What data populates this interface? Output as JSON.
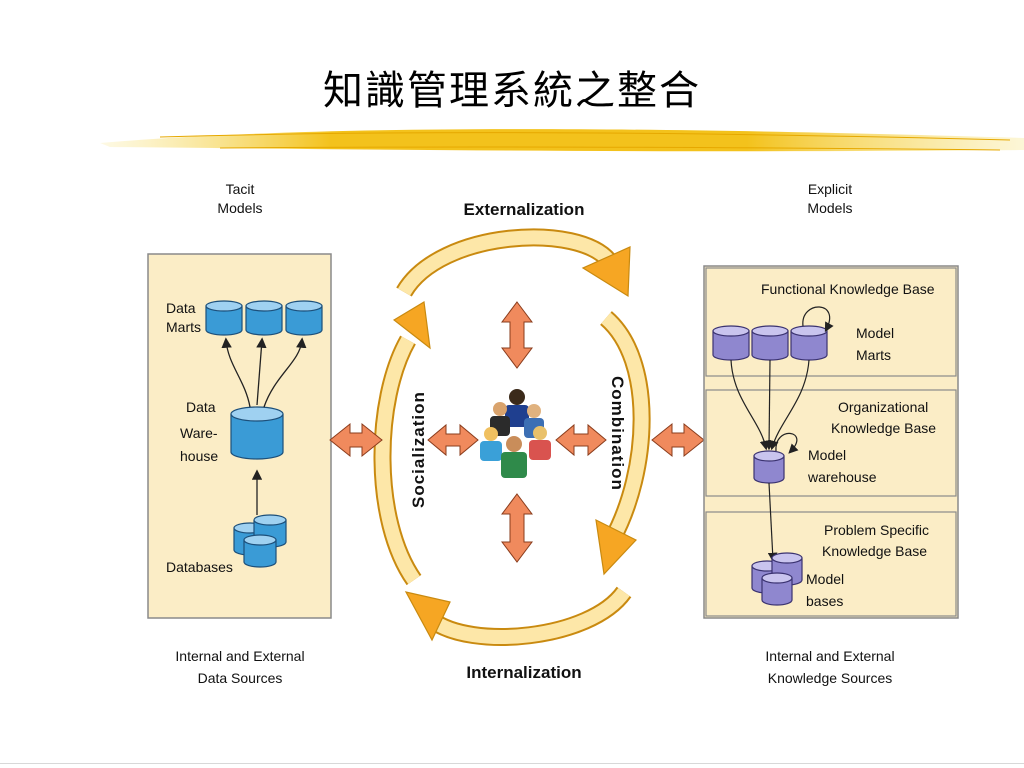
{
  "slide_title": "知識管理系統之整合",
  "left_panel": {
    "header_line1": "Tacit",
    "header_line2": "Models",
    "data_marts_line1": "Data",
    "data_marts_line2": "Marts",
    "warehouse_line1": "Data",
    "warehouse_line2": "Ware-",
    "warehouse_line3": "house",
    "databases": "Databases",
    "footer_line1": "Internal and External",
    "footer_line2": "Data Sources"
  },
  "cycle": {
    "externalization": "Externalization",
    "combination": "Combination",
    "internalization": "Internalization",
    "socialization": "Socialization"
  },
  "right_panel": {
    "header_line1": "Explicit",
    "header_line2": "Models",
    "box1_title": "Functional Knowledge Base",
    "box1_item_line1": "Model",
    "box1_item_line2": "Marts",
    "box2_title_line1": "Organizational",
    "box2_title_line2": "Knowledge Base",
    "box2_item_line1": "Model",
    "box2_item_line2": "warehouse",
    "box3_title_line1": "Problem Specific",
    "box3_title_line2": "Knowledge Base",
    "box3_item_line1": "Model",
    "box3_item_line2": "bases",
    "footer_line1": "Internal and External",
    "footer_line2": "Knowledge Sources"
  },
  "colors": {
    "panel_fill": "#fbedc6",
    "panel_border": "#8a8a8a",
    "blue_cylinder": "#3a9bd6",
    "purple_cylinder": "#8f87cf",
    "cycle_orange": "#f6a623",
    "cycle_light": "#fde7a8",
    "double_arrow": "#f08a5d",
    "title_highlight": "#f5c518"
  }
}
